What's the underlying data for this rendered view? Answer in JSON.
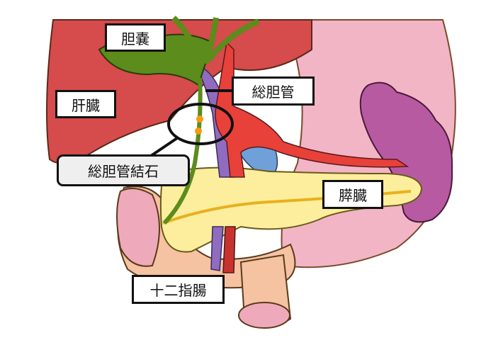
{
  "labels": {
    "gallbladder": "胆嚢",
    "common_bile_duct": "総胆管",
    "liver": "肝臓",
    "bile_duct_stone": "総胆管結石",
    "pancreas": "膵臓",
    "duodenum": "十二指腸"
  },
  "colors": {
    "liver": "#d64b4b",
    "stomach": "#f2b5c6",
    "spleen": "#b75aa2",
    "pancreas": "#fcee9c",
    "duodenum": "#f5c2a2",
    "gallbladder": "#5b8c1c",
    "artery": "#e8413a",
    "vein": "#8f6cc0",
    "portal": "#6fa0d8",
    "stone": "#f59a12"
  }
}
